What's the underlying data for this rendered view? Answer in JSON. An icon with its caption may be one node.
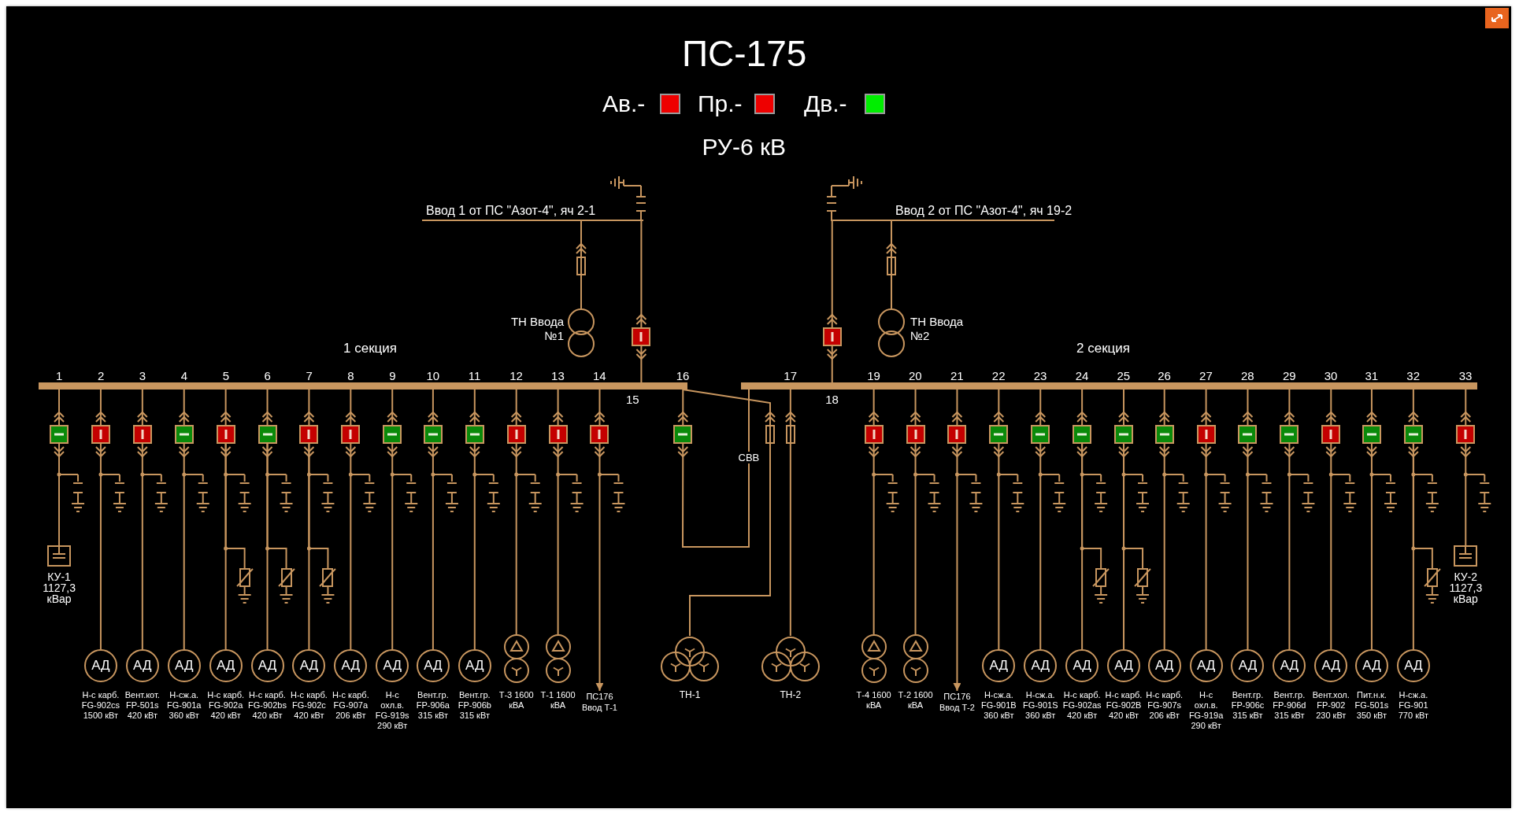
{
  "diagram": {
    "title": "ПС-175",
    "nodes": [
      {
        "text": [
          "Ввод 1 от ПС \"Азот-4\", яч 2-1"
        ]
      },
      {
        "text": [
          "Ввод 2 от ПС \"Азот-4\", яч 19-2"
        ]
      },
      {
        "text": [],
        "shape": "box"
      },
      {
        "text": [],
        "shape": "box"
      },
      {
        "text": [],
        "shape": "circle",
        "beside": [
          "ТН Ввода №1"
        ]
      },
      {
        "text": [],
        "shape": "box"
      },
      {
        "text": [],
        "shape": "box"
      },
      {
        "text": [],
        "shape": "circle",
        "beside": [
          "ТН Ввода №2"
        ]
      },
      {
        "text": [],
        "shape": "bar"
      },
      {
        "text": [],
        "shape": "bar"
      },
      {
        "text": [],
        "shape": "box"
      },
      {
        "text": [],
        "shape": "box"
      },
      {
        "text": [],
        "shape": "box"
      },
      {
        "text": [],
        "shape": "box"
      },
      {
        "text": [],
        "shape": "box"
      },
      {
        "text": [],
        "shape": "box"
      },
      {
        "text": [],
        "shape": "box"
      },
      {
        "text": [],
        "shape": "box"
      },
      {
        "text": [],
        "shape": "box"
      },
      {
        "text": [],
        "shape": "box"
      },
      {
        "text": [],
        "shape": "box"
      },
      {
        "text": [],
        "shape": "box"
      },
      {
        "text": [],
        "shape": "box"
      },
      {
        "text": [],
        "shape": "box"
      },
      {
        "text": [],
        "shape": "box"
      },
      {
        "text": [],
        "shape": "box"
      },
      {
        "text": [],
        "shape": "box"
      },
      {
        "text": [],
        "shape": "box"
      },
      {
        "text": [],
        "shape": "box"
      },
      {
        "text": [],
        "shape": "box"
      },
      {
        "text": [],
        "shape": "box"
      },
      {
        "text": [],
        "shape": "box"
      },
      {
        "text": [],
        "shape": "box"
      },
      {
        "text": [],
        "shape": "box"
      },
      {
        "text": [],
        "shape": "box"
      },
      {
        "text": [],
        "shape": "box"
      },
      {
        "text": [],
        "shape": "box"
      },
      {
        "text": [],
        "shape": "box"
      },
      {
        "text": [],
        "shape": "box"
      },
      {
        "text": [],
        "shape": "box"
      },
      {
        "text": [],
        "shape": "box"
      },
      {
        "text": [],
        "shape": "box"
      },
      {
        "text": [],
        "shape": "box",
        "beside": [
          "КУ-1 1127,3 кВар"
        ]
      },
      {
        "text": [
          "АД"
        ],
        "beside": [
          "Н-с карб. FG-902cs 1500 кВт"
        ]
      },
      {
        "text": [
          "АД"
        ],
        "beside": [
          "Вент.кот. FP-501s 420 кВт"
        ]
      },
      {
        "text": [
          "АД"
        ],
        "beside": [
          "Н-сж.а. FG-901a 360 кВт"
        ]
      },
      {
        "text": [
          "АД"
        ],
        "beside": [
          "Н-с карб. FG-902a 420 кВт"
        ]
      },
      {
        "text": [
          "АД"
        ],
        "beside": [
          "Н-с карб. FG-902bs 420 кВт"
        ]
      },
      {
        "text": [
          "АД"
        ],
        "beside": [
          "Н-с карб. FG-902c 420 кВт"
        ]
      },
      {
        "text": [
          "АД"
        ],
        "beside": [
          "Н-с карб. FG-907a 206 кВт"
        ]
      },
      {
        "text": [
          "АД"
        ],
        "beside": [
          "Н-с охл.в. FG-919s 290 кВт"
        ]
      },
      {
        "text": [
          "АД"
        ],
        "beside": [
          "Вент.гр. FP-906a 315 кВт"
        ]
      },
      {
        "text": [
          "АД"
        ],
        "beside": [
          "Вент.гр. FP-906b 315 кВт"
        ]
      },
      {
        "text": [],
        "shape": "circle",
        "beside": [
          "Т-3 1600 кВА"
        ]
      },
      {
        "text": [],
        "shape": "circle",
        "beside": [
          "Т-1 1600 кВА"
        ]
      },
      {
        "text": [
          "ПС176 Ввод Т-1"
        ]
      },
      {
        "text": [],
        "shape": "circle",
        "beside": [
          "ТН-1"
        ]
      },
      {
        "text": [],
        "shape": "circle",
        "beside": [
          "ТН-2"
        ]
      },
      {
        "text": [],
        "shape": "circle",
        "beside": [
          "Т-4 1600 кВА"
        ]
      },
      {
        "text": [],
        "shape": "circle",
        "beside": [
          "Т-2 1600 кВА"
        ]
      },
      {
        "text": [
          "ПС176 Ввод Т-2"
        ]
      },
      {
        "text": [
          "АД"
        ],
        "beside": [
          "Н-сж.а. FG-901B 360 кВт"
        ]
      },
      {
        "text": [
          "АД"
        ],
        "beside": [
          "Н-сж.а. FG-901S 360 кВт"
        ]
      },
      {
        "text": [
          "АД"
        ],
        "beside": [
          "Н-с карб. FG-902as 420 кВт"
        ]
      },
      {
        "text": [
          "АД"
        ],
        "beside": [
          "Н-с карб. FG-902B 420 кВт"
        ]
      },
      {
        "text": [
          "АД"
        ],
        "beside": [
          "Н-с карб. FG-907s 206 кВт"
        ]
      },
      {
        "text": [
          "АД"
        ],
        "beside": [
          "Н-с охл.в. FG-919a 290 кВт"
        ]
      },
      {
        "text": [
          "АД"
        ],
        "beside": [
          "Вент.гр. FP-906c 315 кВт"
        ]
      },
      {
        "text": [
          "АД"
        ],
        "beside": [
          "Вент.гр. FP-906d 315 кВт"
        ]
      },
      {
        "text": [
          "АД"
        ],
        "beside": [
          "Вент.хол. FP-902 230 кВт"
        ]
      },
      {
        "text": [
          "АД"
        ],
        "beside": [
          "Пит.н.к. FG-501s 350 кВт"
        ]
      },
      {
        "text": [
          "АД"
        ],
        "beside": [
          "Н-сж.а. FG-901 770 кВт"
        ]
      },
      {
        "text": [],
        "shape": "box",
        "beside": [
          "КУ-2 1127,3 кВар"
        ]
      },
      {
        "text": [],
        "shape": "box"
      },
      {
        "text": [],
        "shape": "box"
      },
      {
        "text": [],
        "shape": "box"
      },
      {
        "text": [],
        "shape": "box"
      },
      {
        "text": [],
        "shape": "box"
      },
      {
        "text": [],
        "shape": "box"
      }
    ],
    "edges": [
      {
        "from": 0,
        "to": 2,
        "arrow": "other"
      },
      {
        "from": 2,
        "to": 4,
        "arrow": "none"
      },
      {
        "from": 0,
        "to": 5,
        "arrow": "other"
      },
      {
        "from": 5,
        "to": 8,
        "arrow": "other"
      },
      {
        "from": 1,
        "to": 3,
        "arrow": "other"
      },
      {
        "from": 3,
        "to": 7,
        "arrow": "none"
      },
      {
        "from": 1,
        "to": 6,
        "arrow": "other"
      },
      {
        "from": 6,
        "to": 9,
        "arrow": "other"
      },
      {
        "from": 8,
        "to": 10,
        "arrow": "other"
      },
      {
        "from": 10,
        "to": 42,
        "arrow": "other"
      },
      {
        "from": 8,
        "to": 11,
        "arrow": "other"
      },
      {
        "from": 11,
        "to": 43,
        "arrow": "other"
      },
      {
        "from": 8,
        "to": 12,
        "arrow": "other"
      },
      {
        "from": 12,
        "to": 44,
        "arrow": "other"
      },
      {
        "from": 8,
        "to": 13,
        "arrow": "other"
      },
      {
        "from": 13,
        "to": 45,
        "arrow": "other"
      },
      {
        "from": 8,
        "to": 14,
        "arrow": "other"
      },
      {
        "from": 14,
        "to": 46,
        "arrow": "other"
      },
      {
        "from": 8,
        "to": 15,
        "arrow": "other"
      },
      {
        "from": 15,
        "to": 47,
        "arrow": "other"
      },
      {
        "from": 8,
        "to": 16,
        "arrow": "other"
      },
      {
        "from": 16,
        "to": 48,
        "arrow": "other"
      },
      {
        "from": 8,
        "to": 17,
        "arrow": "other"
      },
      {
        "from": 17,
        "to": 49,
        "arrow": "other"
      },
      {
        "from": 8,
        "to": 18,
        "arrow": "other"
      },
      {
        "from": 18,
        "to": 50,
        "arrow": "other"
      },
      {
        "from": 8,
        "to": 19,
        "arrow": "other"
      },
      {
        "from": 19,
        "to": 51,
        "arrow": "other"
      },
      {
        "from": 8,
        "to": 20,
        "arrow": "other"
      },
      {
        "from": 20,
        "to": 52,
        "arrow": "other"
      },
      {
        "from": 8,
        "to": 21,
        "arrow": "other"
      },
      {
        "from": 21,
        "to": 53,
        "arrow": "other"
      },
      {
        "from": 8,
        "to": 22,
        "arrow": "other"
      },
      {
        "from": 22,
        "to": 54,
        "arrow": "other"
      },
      {
        "from": 8,
        "to": 23,
        "arrow": "other"
      },
      {
        "from": 23,
        "to": 55,
        "arrow": "to"
      },
      {
        "from": 8,
        "to": 24,
        "arrow": "other"
      },
      {
        "from": 24,
        "to": 9,
        "arrow": "other",
        "label": "СВВ"
      },
      {
        "from": 8,
        "to": 25,
        "arrow": "other"
      },
      {
        "from": 25,
        "to": 56,
        "arrow": "none"
      },
      {
        "from": 9,
        "to": 26,
        "arrow": "other"
      },
      {
        "from": 26,
        "to": 57,
        "arrow": "none"
      },
      {
        "from": 9,
        "to": 27,
        "arrow": "other"
      },
      {
        "from": 27,
        "to": 58,
        "arrow": "other"
      },
      {
        "from": 9,
        "to": 28,
        "arrow": "other"
      },
      {
        "from": 28,
        "to": 59,
        "arrow": "other"
      },
      {
        "from": 9,
        "to": 29,
        "arrow": "other"
      },
      {
        "from": 29,
        "to": 60,
        "arrow": "to"
      },
      {
        "from": 9,
        "to": 30,
        "arrow": "other"
      },
      {
        "from": 30,
        "to": 61,
        "arrow": "other"
      },
      {
        "from": 9,
        "to": 31,
        "arrow": "other"
      },
      {
        "from": 31,
        "to": 62,
        "arrow": "other"
      },
      {
        "from": 9,
        "to": 32,
        "arrow": "other"
      },
      {
        "from": 32,
        "to": 63,
        "arrow": "other"
      },
      {
        "from": 9,
        "to": 33,
        "arrow": "other"
      },
      {
        "from": 33,
        "to": 64,
        "arrow": "other"
      },
      {
        "from": 9,
        "to": 34,
        "arrow": "other"
      },
      {
        "from": 34,
        "to": 65,
        "arrow": "other"
      },
      {
        "from": 9,
        "to": 35,
        "arrow": "other"
      },
      {
        "from": 35,
        "to": 66,
        "arrow": "other"
      },
      {
        "from": 9,
        "to": 36,
        "arrow": "other"
      },
      {
        "from": 36,
        "to": 67,
        "arrow": "other"
      },
      {
        "from": 9,
        "to": 37,
        "arrow": "other"
      },
      {
        "from": 37,
        "to": 68,
        "arrow": "other"
      },
      {
        "from": 9,
        "to": 38,
        "arrow": "other"
      },
      {
        "from": 38,
        "to": 69,
        "arrow": "other"
      },
      {
        "from": 9,
        "to": 39,
        "arrow": "other"
      },
      {
        "from": 39,
        "to": 70,
        "arrow": "other"
      },
      {
        "from": 9,
        "to": 40,
        "arrow": "other"
      },
      {
        "from": 40,
        "to": 71,
        "arrow": "other"
      },
      {
        "from": 9,
        "to": 41,
        "arrow": "other"
      },
      {
        "from": 41,
        "to": 72,
        "arrow": "other"
      },
      {
        "from": 14,
        "to": 73,
        "arrow": "none"
      },
      {
        "from": 15,
        "to": 74,
        "arrow": "none"
      },
      {
        "from": 16,
        "to": 75,
        "arrow": "none"
      },
      {
        "from": 32,
        "to": 76,
        "arrow": "none"
      },
      {
        "from": 33,
        "to": 77,
        "arrow": "none"
      },
      {
        "from": 40,
        "to": 78,
        "arrow": "none"
      }
    ],
    "labels": [
      "РУ-6 кВ",
      "1 секция",
      "2 секция",
      "1",
      "2",
      "3",
      "4",
      "5",
      "6",
      "7",
      "8",
      "9",
      "10",
      "11",
      "12",
      "13",
      "14",
      "16",
      "17",
      "19",
      "20",
      "21",
      "22",
      "23",
      "24",
      "25",
      "26",
      "27",
      "28",
      "29",
      "30",
      "31",
      "32",
      "33",
      "15",
      "18"
    ],
    "legend": [
      {
        "text": "Ав.-",
        "color": "#ee0000"
      },
      {
        "text": "Пр.-",
        "color": "#ee0000"
      },
      {
        "text": "Дв.-",
        "color": "#00ee00"
      }
    ]
  }
}
